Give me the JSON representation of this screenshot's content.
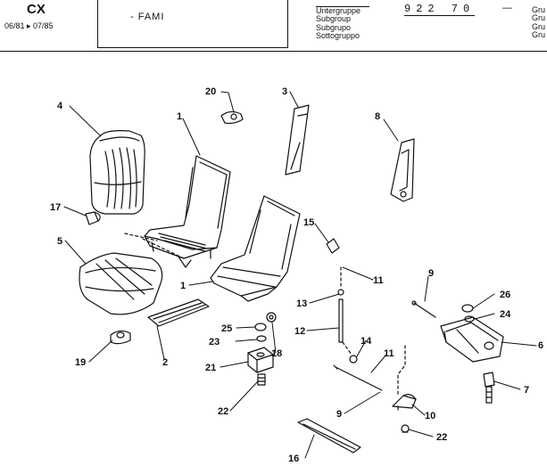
{
  "header": {
    "model": "CX",
    "dates": "06/81 ▸ 07/85",
    "title": "- FAMI",
    "group_labels": [
      "Untergruppe",
      "Subgroup",
      "Subgrupo",
      "Sottogruppo"
    ],
    "code": "922 70",
    "code_suffix": "—",
    "right_labels": [
      "Gru",
      "Gru",
      "Gru",
      "Gru"
    ]
  },
  "callouts": [
    {
      "id": "c20",
      "text": "20"
    },
    {
      "id": "c3",
      "text": "3"
    },
    {
      "id": "c4",
      "text": "4"
    },
    {
      "id": "c1a",
      "text": "1"
    },
    {
      "id": "c8",
      "text": "8"
    },
    {
      "id": "c17",
      "text": "17"
    },
    {
      "id": "c15",
      "text": "15"
    },
    {
      "id": "c5",
      "text": "5"
    },
    {
      "id": "c11a",
      "text": "11"
    },
    {
      "id": "c1b",
      "text": "1"
    },
    {
      "id": "c9a",
      "text": "9"
    },
    {
      "id": "c13",
      "text": "13"
    },
    {
      "id": "c26",
      "text": "26"
    },
    {
      "id": "c24",
      "text": "24"
    },
    {
      "id": "c12",
      "text": "12"
    },
    {
      "id": "c25",
      "text": "25"
    },
    {
      "id": "c23",
      "text": "23"
    },
    {
      "id": "c14",
      "text": "14"
    },
    {
      "id": "c11b",
      "text": "11"
    },
    {
      "id": "c6",
      "text": "6"
    },
    {
      "id": "c19",
      "text": "19"
    },
    {
      "id": "c2",
      "text": "2"
    },
    {
      "id": "c18",
      "text": "18"
    },
    {
      "id": "c21",
      "text": "21"
    },
    {
      "id": "c7",
      "text": "7"
    },
    {
      "id": "c22a",
      "text": "22"
    },
    {
      "id": "c9b",
      "text": "9"
    },
    {
      "id": "c10",
      "text": "10"
    },
    {
      "id": "c22b",
      "text": "22"
    },
    {
      "id": "c16",
      "text": "16"
    }
  ]
}
